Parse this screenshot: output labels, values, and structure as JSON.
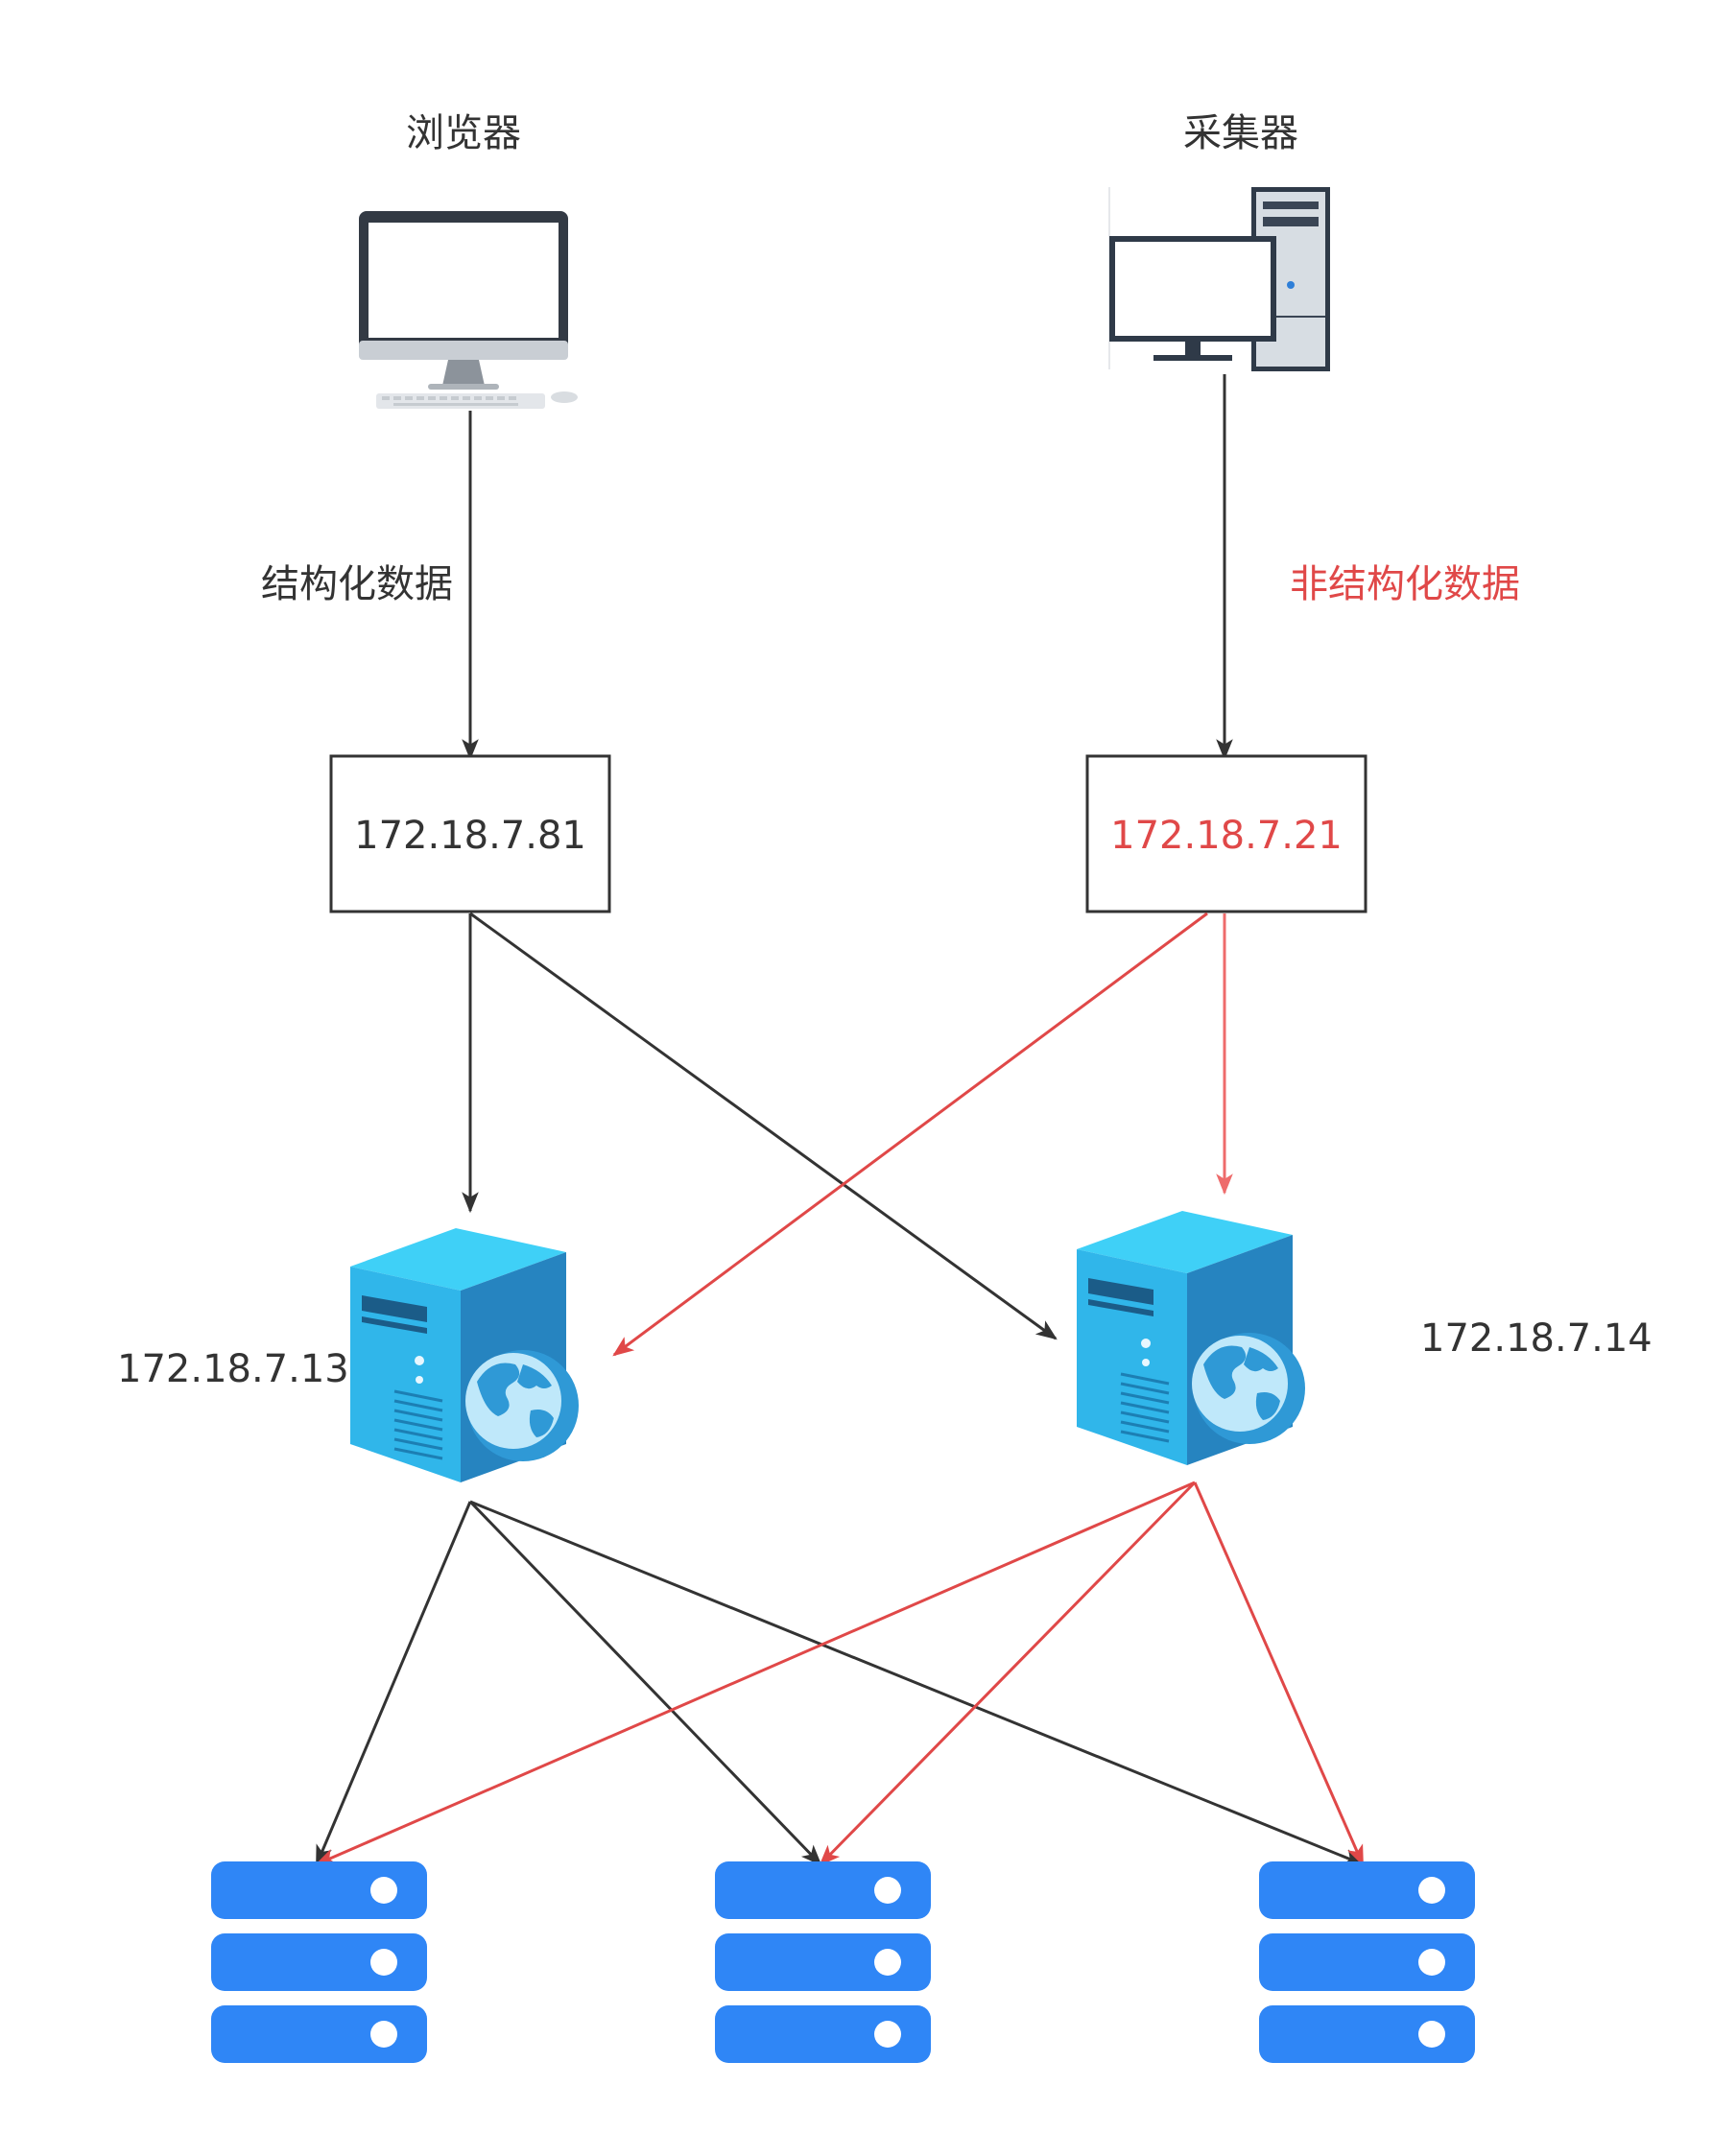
{
  "nodes": {
    "browser": {
      "label": "浏览器"
    },
    "collector": {
      "label": "采集器"
    },
    "ingest_left": {
      "label": "172.18.7.81"
    },
    "ingest_right": {
      "label": "172.18.7.21"
    },
    "web_server_left": {
      "label": "172.18.7.13"
    },
    "web_server_right": {
      "label": "172.18.7.14"
    }
  },
  "edges": {
    "browser_to_ingest": {
      "label": "结构化数据"
    },
    "collector_to_ingest": {
      "label": "非结构化数据"
    }
  },
  "colors": {
    "black_flow": "#333333",
    "red_flow": "#e04848",
    "red_text": "#e04848",
    "server_blue": "#2aa7e0",
    "storage_blue": "#2f86f6"
  }
}
